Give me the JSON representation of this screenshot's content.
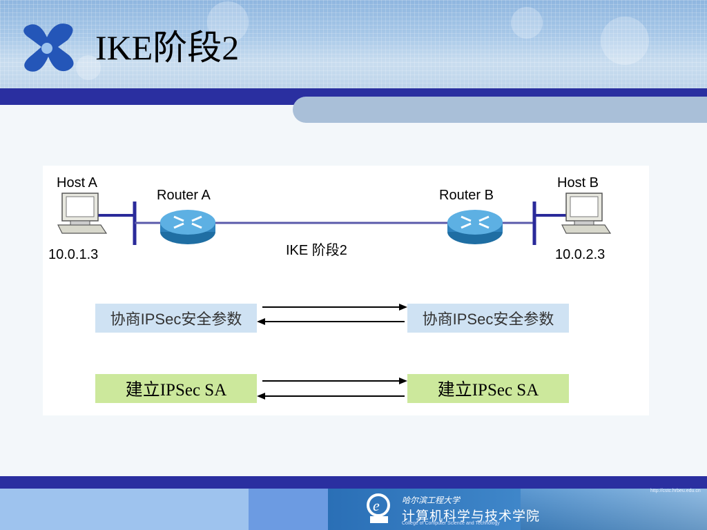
{
  "slide": {
    "title": "IKE阶段2"
  },
  "diagram": {
    "host_a": {
      "label": "Host A",
      "ip": "10.0.1.3"
    },
    "host_b": {
      "label": "Host B",
      "ip": "10.0.2.3"
    },
    "router_a": {
      "label": "Router A"
    },
    "router_b": {
      "label": "Router B"
    },
    "link_label": "IKE 阶段2",
    "negotiate_left": "协商IPSec安全参数",
    "negotiate_right": "协商IPSec安全参数",
    "establish_left": "建立IPSec SA",
    "establish_right": "建立IPSec SA",
    "colors": {
      "negotiate_box": "#cfe2f3",
      "establish_box": "#cce89c",
      "link": "#2a2a9a",
      "router": "#4a9fd3"
    }
  },
  "footer": {
    "url": "http://cstc.hrbeu.edu.cn",
    "university": "哈尔滨工程大学",
    "college": "计算机科学与技术学院",
    "college_en": "College of Computer Science and Technology"
  },
  "icons": [
    "logo-x-icon",
    "computer-icon",
    "router-icon",
    "arrow-right-icon",
    "arrow-left-icon",
    "college-logo-icon"
  ]
}
